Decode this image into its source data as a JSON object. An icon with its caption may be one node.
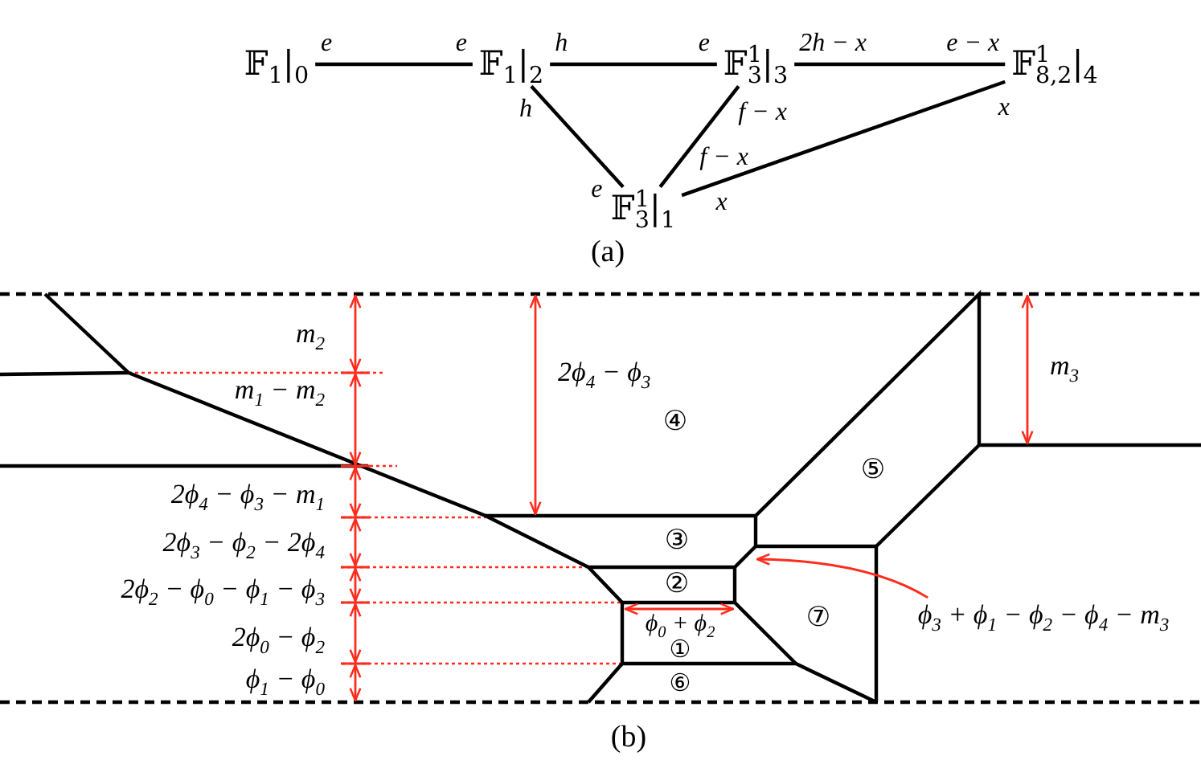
{
  "diagram": {
    "nodes": [
      {
        "text": [
          "𝔽$_{1}$|$_{0}$"
        ]
      },
      {
        "text": [
          "𝔽$_{1}$|$_{2}$"
        ]
      },
      {
        "text": [
          "𝔽$^{1}$$_{3}$|$_{3}$"
        ]
      },
      {
        "text": [
          "𝔽$^{1}$$_{8,2}$|$_{4}$"
        ]
      },
      {
        "text": [
          "𝔽$^{1}$$_{3}$|$_{1}$"
        ]
      },
      {
        "text": [
          "ϕ$_{3}$ + ϕ$_{1}$ − ϕ$_{2}$ − ϕ$_{4}$ − m$_{3}$"
        ]
      }
    ],
    "edges": [
      {
        "from": 0,
        "to": 1,
        "arrow": "none"
      },
      {
        "from": 1,
        "to": 2,
        "arrow": "none"
      },
      {
        "from": 2,
        "to": 3,
        "arrow": "none"
      },
      {
        "from": 1,
        "to": 4,
        "arrow": "none"
      },
      {
        "from": 2,
        "to": 4,
        "arrow": "none"
      },
      {
        "from": 3,
        "to": 4,
        "arrow": "none"
      },
      {
        "from": 5,
        "to": null,
        "arrow": "to",
        "color": "#ff2b1c"
      }
    ],
    "labels": [
      "e",
      "e",
      "h",
      "e",
      "2h − x",
      "e − x",
      "h",
      "f − x",
      "x",
      "e",
      "f − x",
      "x",
      "(a)",
      "m$_{2}$",
      "2ϕ$_{4}$ − ϕ$_{3}$",
      "m$_{3}$",
      "m$_{1}$ − m$_{2}$",
      "④",
      "⑤",
      "2ϕ$_{4}$ − ϕ$_{3}$ − m$_{1}$",
      "2ϕ$_{3}$ − ϕ$_{2}$ − 2ϕ$_{4}$",
      "③",
      "2ϕ$_{2}$ − ϕ$_{0}$ − ϕ$_{1}$ − ϕ$_{3}$",
      "②",
      "ϕ$_{0}$ + ϕ$_{2}$",
      "⑦",
      "2ϕ$_{0}$ − ϕ$_{2}$",
      "①",
      "ϕ$_{1}$ − ϕ$_{0}$",
      "⑥",
      "(b)"
    ]
  }
}
